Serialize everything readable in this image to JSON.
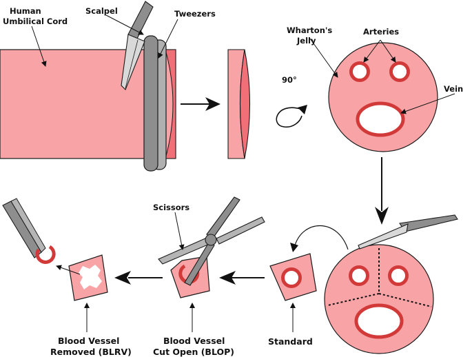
{
  "labels": {
    "cord_line1": "Human",
    "cord_line2": "Umbilical Cord",
    "scalpel": "Scalpel",
    "tweezers": "Tweezers",
    "wharton_line1": "Wharton's",
    "wharton_line2": "Jelly",
    "arteries": "Arteries",
    "vein": "Vein",
    "rotation": "90°",
    "scissors": "Scissors",
    "standard": "Standard",
    "blop_line1": "Blood Vessel",
    "blop_line2": "Cut Open (BLOP)",
    "blrv_line1": "Blood Vessel",
    "blrv_line2": "Removed (BLRV)"
  },
  "colors": {
    "tissue_pink": "#f8a3a6",
    "cut_face": "#f17077",
    "vessel_red": "#d23a3a",
    "tool_gray": "#8e8e8e",
    "tool_light": "#c9c9c9",
    "outline": "#1a1a1a"
  }
}
